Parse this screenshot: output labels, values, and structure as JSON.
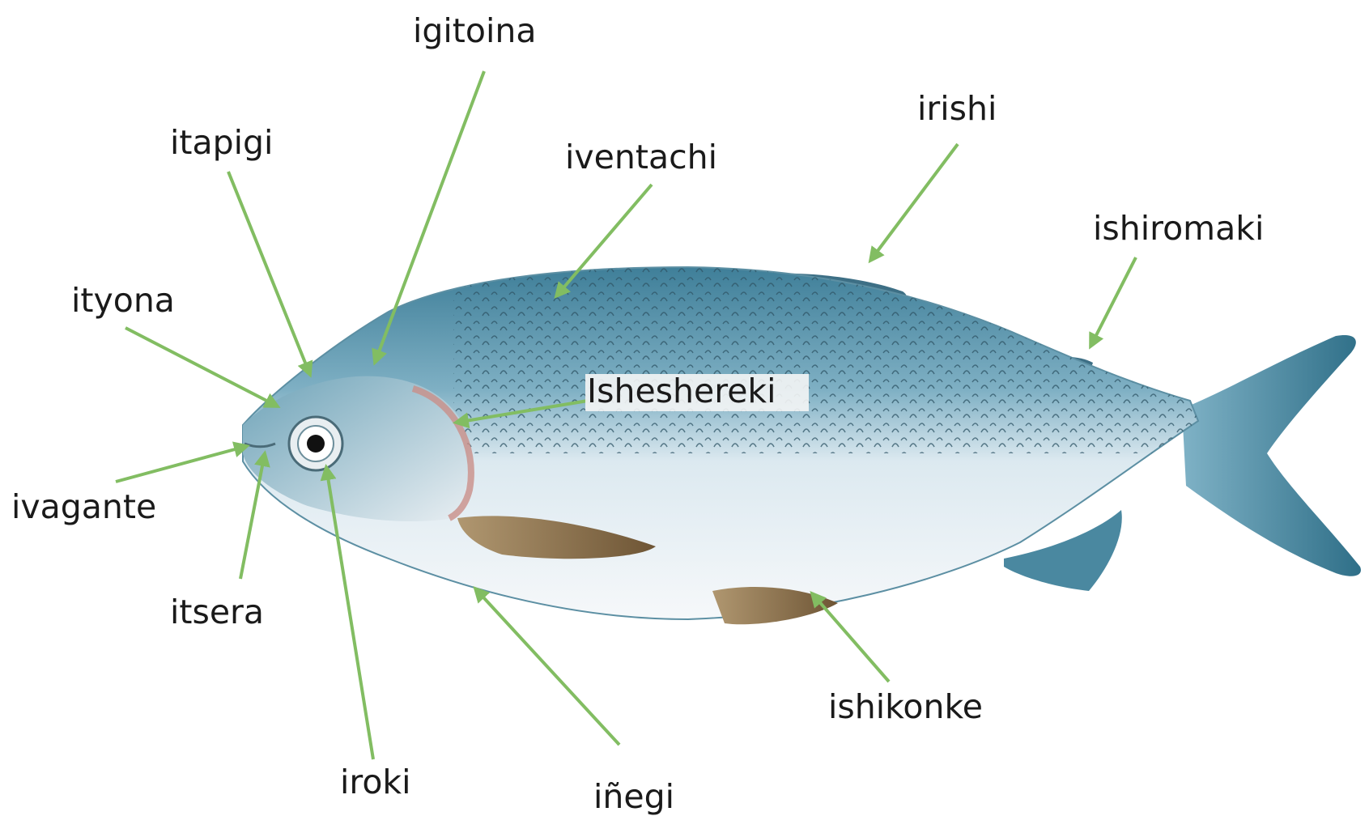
{
  "colors": {
    "arrow": "#82bd62",
    "label_text": "#1a1a1a",
    "fish_back": "#4f8fa6",
    "fish_belly": "#f4f7fa",
    "fin_brown": "#8a6a45",
    "tail": "#3d7f98"
  },
  "labels": {
    "igitoina": "igitoina",
    "irishi": "irishi",
    "itapigi": "itapigi",
    "iventachi": "iventachi",
    "ishiromaki": "ishiromaki",
    "ityona": "ityona",
    "isheshereki": "Isheshereki",
    "ivagante": "ivagante",
    "itsera": "itsera",
    "ishikonke": "ishikonke",
    "iroki": "iroki",
    "inegi": "iñegi"
  }
}
